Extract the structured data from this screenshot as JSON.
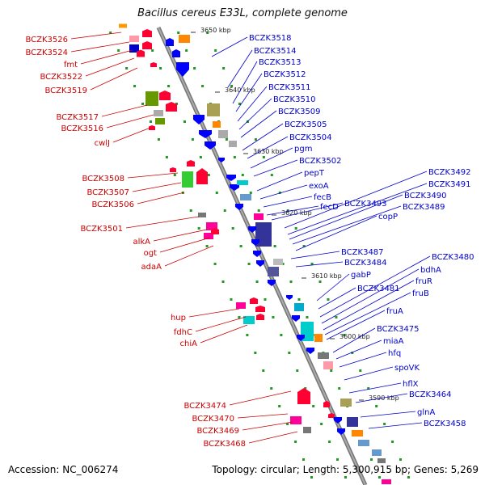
{
  "title": "Bacillus cereus E33L, complete genome",
  "footer": {
    "accession": "Accession: NC_006274",
    "summary": "Topology: circular; Length: 5,300,915 bp; Genes: 5,269"
  },
  "ticks": [
    "3650 kbp",
    "3640 kbp",
    "3630 kbp",
    "3620 kbp",
    "3610 kbp",
    "3600 kbp",
    "3590 kbp"
  ],
  "left_labels": [
    "BCZK3526",
    "BCZK3524",
    "fmt",
    "BCZK3522",
    "BCZK3519",
    "BCZK3517",
    "BCZK3516",
    "cwlJ",
    "BCZK3508",
    "BCZK3507",
    "BCZK3506",
    "BCZK3501",
    "alkA",
    "ogt",
    "adaA",
    "hup",
    "fdhC",
    "chiA",
    "BCZK3474",
    "BCZK3470",
    "BCZK3469",
    "BCZK3468"
  ],
  "right_labels": [
    "BCZK3518",
    "BCZK3514",
    "BCZK3513",
    "BCZK3512",
    "BCZK3511",
    "BCZK3510",
    "BCZK3509",
    "BCZK3505",
    "BCZK3504",
    "pgm",
    "BCZK3502",
    "pepT",
    "exoA",
    "fecB",
    "fecD",
    "BCZK3493",
    "BCZK3492",
    "BCZK3491",
    "BCZK3490",
    "BCZK3489",
    "copP",
    "BCZK3487",
    "BCZK3484",
    "gabP",
    "BCZK3481",
    "BCZK3480",
    "bdhA",
    "fruR",
    "fruB",
    "fruA",
    "BCZK3475",
    "miaA",
    "hfq",
    "spoVK",
    "hflX",
    "BCZK3464",
    "glnA",
    "BCZK3458"
  ],
  "colors": {
    "left": "#cc0000",
    "right": "#0000cc",
    "backbone": "#888888",
    "dots": "#229922"
  }
}
